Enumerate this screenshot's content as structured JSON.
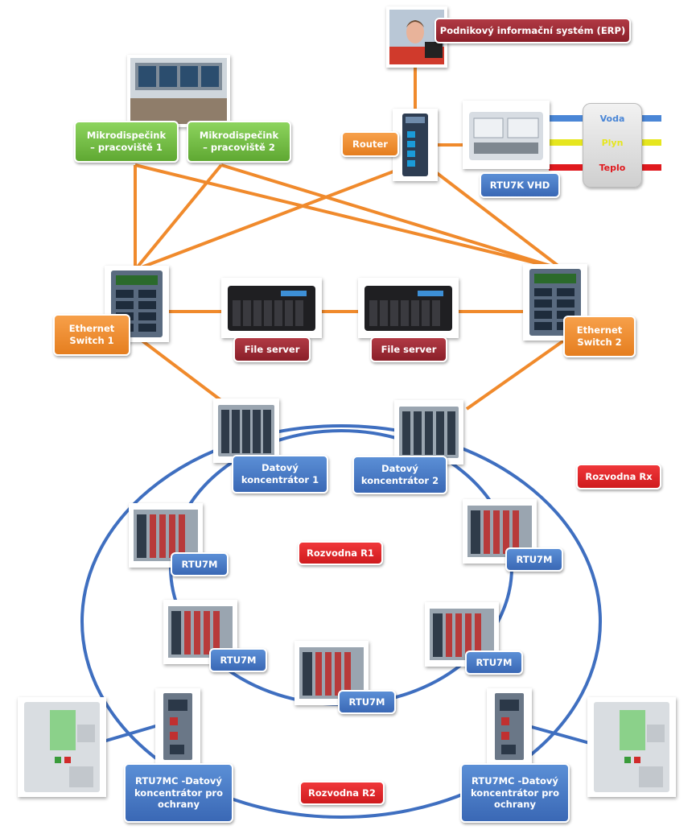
{
  "labels": {
    "erp": "Podnikový informační systém (ERP)",
    "router": "Router",
    "rtu7k": "RTU7K VHD",
    "mikro1": "Mikrodispečink\n– pracoviště 1",
    "mikro2": "Mikrodispečink\n– pracoviště 2",
    "switch1": "Ethernet\nSwitch 1",
    "switch2": "Ethernet\nSwitch 2",
    "file_server_1": "File server",
    "file_server_2": "File server",
    "dk1": "Datový\nkoncentrátor 1",
    "dk2": "Datový\nkoncentrátor 2",
    "rozvodna_rx": "Rozvodna Rx",
    "rozvodna_r1": "Rozvodna R1",
    "rozvodna_r2": "Rozvodna R2",
    "rtu7m": "RTU7M",
    "rtu7mc": "RTU7MC -Datový\nkoncentrátor pro\nochrany"
  },
  "utilities": [
    {
      "label": "Voda",
      "color": "#4a86d6"
    },
    {
      "label": "Plyn",
      "color": "#e6e61e"
    },
    {
      "label": "Teplo",
      "color": "#e0191e"
    }
  ],
  "colors": {
    "ethernet_link": "#f08a2c",
    "ring": "#3f6fc0",
    "green": "#6db33f",
    "orange": "#ee8a2f",
    "blue": "#4775c4",
    "maroon": "#9b2833",
    "red": "#e0191e"
  }
}
